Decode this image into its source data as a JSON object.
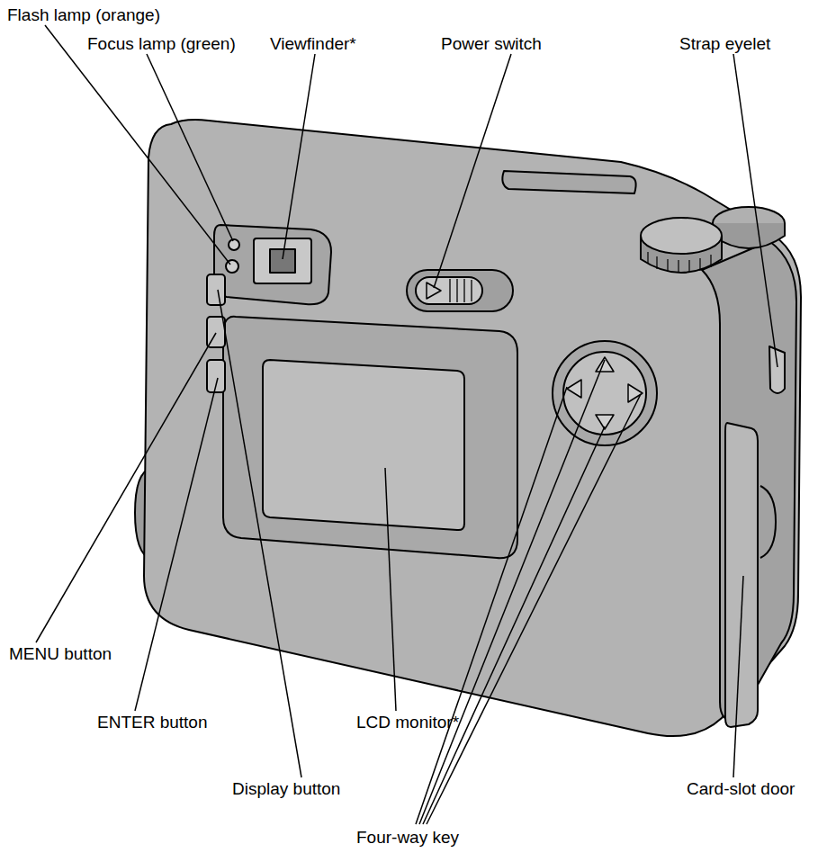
{
  "diagram": {
    "labels": [
      "Flash lamp (orange)",
      "Focus lamp (green)",
      "Viewfinder*",
      "Power switch",
      "Strap eyelet",
      "MENU button",
      "ENTER button",
      "LCD monitor*",
      "Display button",
      "Card-slot door",
      "Four-way key"
    ]
  }
}
